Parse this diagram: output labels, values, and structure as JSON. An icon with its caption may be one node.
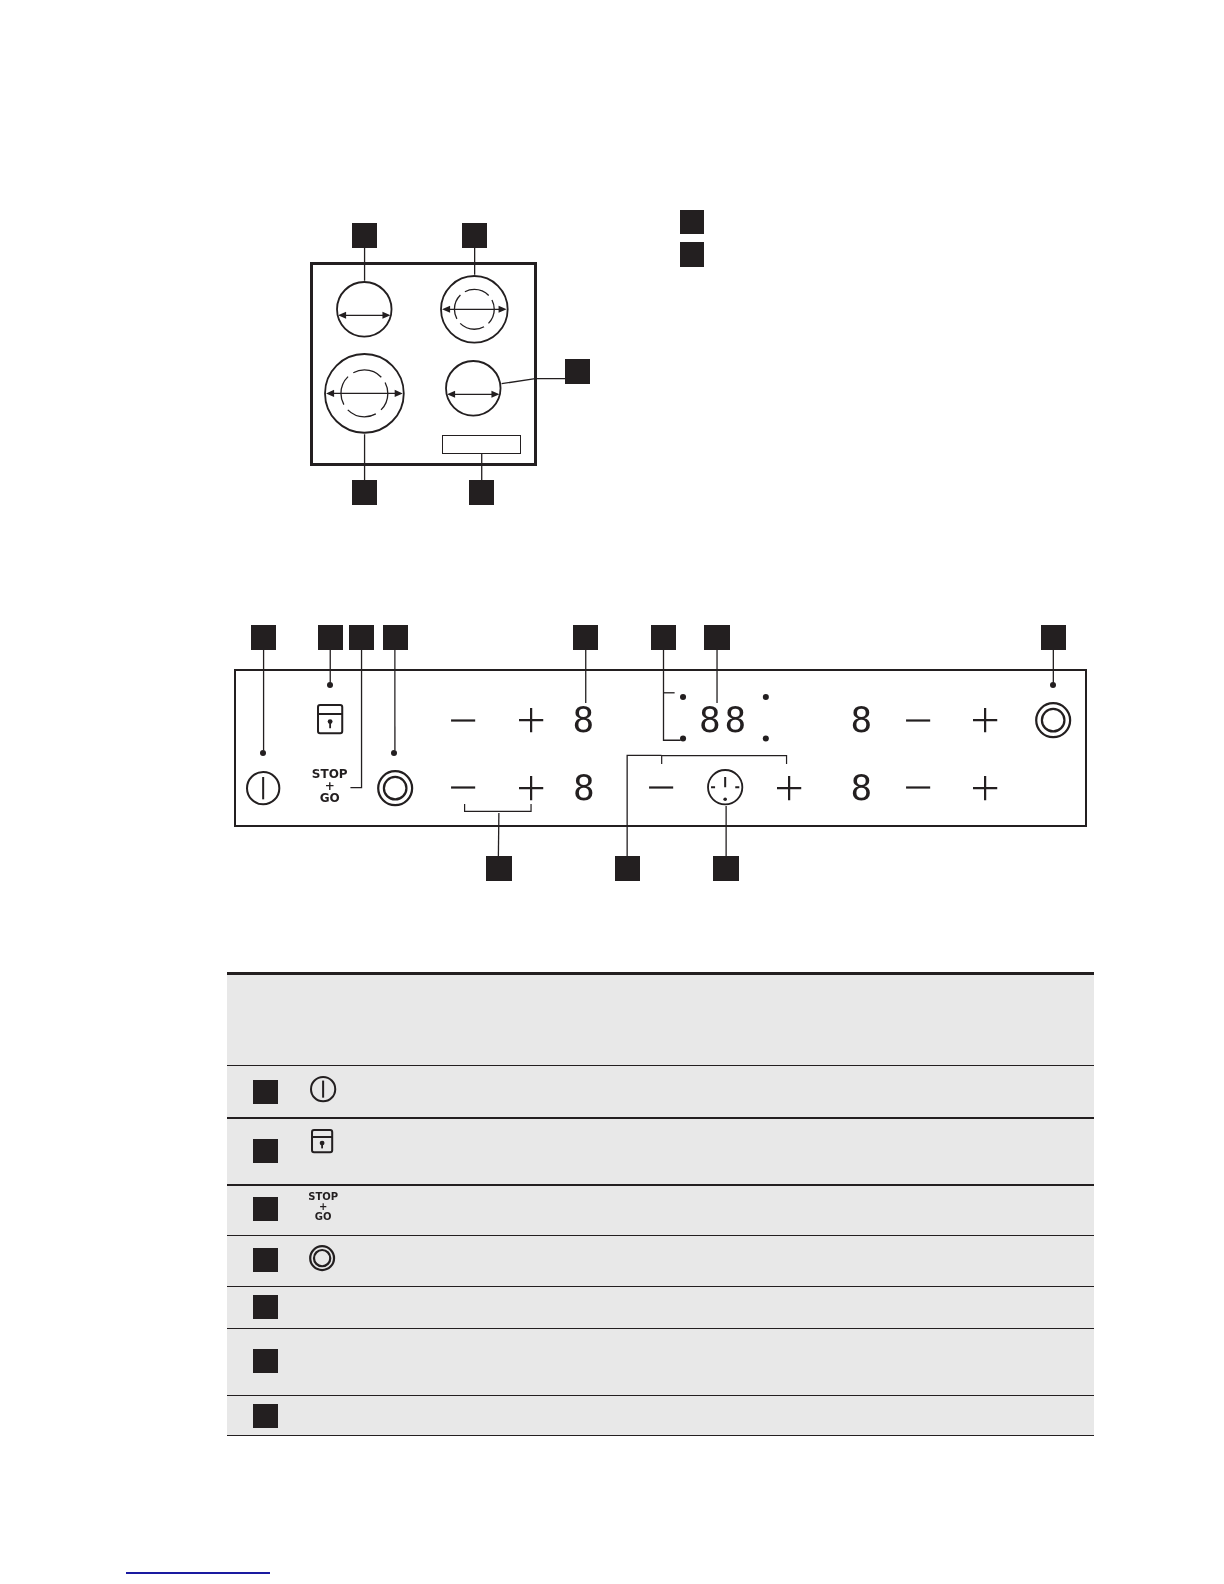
{
  "diagram": {
    "nodes": [
      {
        "text": [],
        "shape": "box"
      },
      {
        "text": [],
        "shape": "box"
      },
      {
        "text": [],
        "shape": "box"
      },
      {
        "text": [],
        "shape": "box"
      },
      {
        "text": [],
        "shape": "box"
      },
      {
        "text": [],
        "shape": "box"
      },
      {
        "text": [],
        "shape": "box"
      },
      {
        "text": [],
        "shape": "box"
      },
      {
        "text": [],
        "shape": "circle",
        "in": 7
      },
      {
        "text": [],
        "shape": "circle",
        "in": 7
      },
      {
        "text": [],
        "shape": "circle",
        "in": 7
      },
      {
        "text": [],
        "shape": "circle",
        "in": 7
      },
      {
        "text": [],
        "shape": "box",
        "in": 7
      },
      {
        "text": [],
        "shape": "box"
      },
      {
        "text": [],
        "shape": "box"
      },
      {
        "text": [],
        "shape": "box"
      },
      {
        "text": [],
        "shape": "box"
      },
      {
        "text": [],
        "shape": "box"
      },
      {
        "text": [],
        "shape": "box"
      },
      {
        "text": [],
        "shape": "box"
      },
      {
        "text": [],
        "shape": "box"
      },
      {
        "text": [],
        "shape": "box"
      },
      {
        "text": [],
        "shape": "box"
      },
      {
        "text": [],
        "shape": "box"
      },
      {
        "text": [],
        "shape": "box"
      },
      {
        "text": [],
        "shape": "circle",
        "in": 24
      },
      {
        "text": [],
        "shape": "circle",
        "in": 24
      },
      {
        "text": [
          "STOP + GO"
        ],
        "in": 24
      },
      {
        "text": [],
        "shape": "circle",
        "in": 24
      },
      {
        "text": [
          "8"
        ],
        "in": 24
      },
      {
        "text": [
          "88"
        ],
        "in": 40
      },
      {
        "text": [],
        "shape": "circle",
        "in": 24
      },
      {
        "text": [],
        "shape": "circle",
        "in": 24
      },
      {
        "text": [],
        "shape": "box"
      },
      {
        "text": [],
        "shape": "box"
      },
      {
        "text": [],
        "shape": "box"
      },
      {
        "text": [],
        "shape": "box"
      },
      {
        "text": [],
        "shape": "box"
      },
      {
        "text": [],
        "shape": "box"
      },
      {
        "text": [],
        "shape": "box"
      },
      {
        "text": [],
        "shape": "circle",
        "in": 24
      },
      {
        "text": [],
        "shape": "bar",
        "in": 24
      },
      {
        "text": [],
        "shape": "bar",
        "in": 24
      }
    ],
    "edges": [
      {
        "from": 0,
        "to": 8,
        "arrow": "none"
      },
      {
        "from": 1,
        "to": 9,
        "arrow": "none"
      },
      {
        "from": 2,
        "to": 11,
        "arrow": "none"
      },
      {
        "from": 3,
        "to": 10,
        "arrow": "none"
      },
      {
        "from": 4,
        "to": 12,
        "arrow": "none"
      },
      {
        "from": 13,
        "to": 25,
        "arrow": "none"
      },
      {
        "from": 14,
        "to": 26,
        "arrow": "none"
      },
      {
        "from": 15,
        "to": 27,
        "arrow": "none"
      },
      {
        "from": 16,
        "to": 28,
        "arrow": "none"
      },
      {
        "from": 17,
        "to": 29,
        "arrow": "none"
      },
      {
        "from": 18,
        "to": 40,
        "arrow": "none"
      },
      {
        "from": 19,
        "to": 30,
        "arrow": "none"
      },
      {
        "from": 20,
        "to": 31,
        "arrow": "none"
      },
      {
        "from": 21,
        "to": 41,
        "arrow": "none"
      },
      {
        "from": 22,
        "to": 42,
        "arrow": "none"
      },
      {
        "from": 23,
        "to": 32,
        "arrow": "none"
      }
    ],
    "labels": [
      "8",
      "8",
      "8",
      "STOP + GO"
    ]
  }
}
